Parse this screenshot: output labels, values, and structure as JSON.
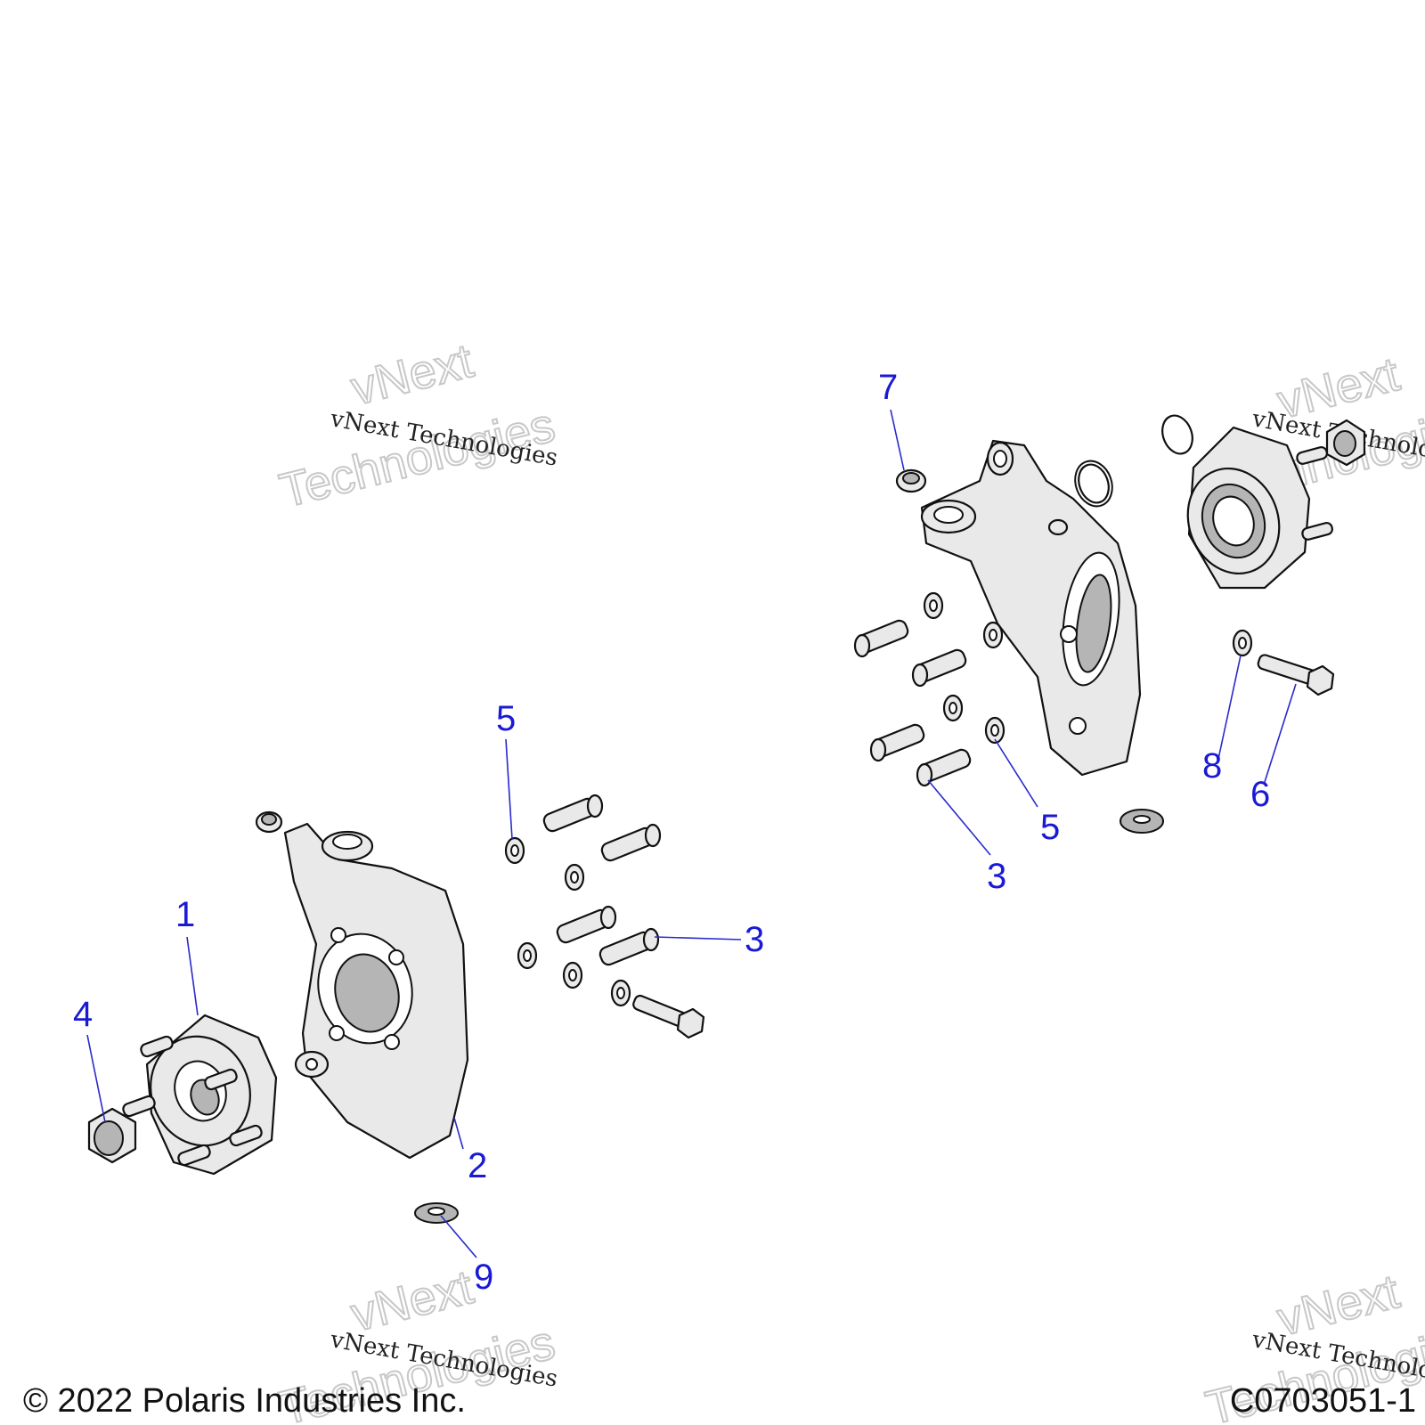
{
  "diagram": {
    "copyright": "© 2022 Polaris Industries Inc.",
    "figure_code": "C0703051-1",
    "watermark": {
      "line": "vNext Technologies",
      "big_top": "vNext",
      "big_bottom": "Technologies"
    },
    "callouts": [
      "1",
      "2",
      "3",
      "4",
      "5",
      "6",
      "7",
      "8",
      "9",
      "3",
      "5"
    ],
    "colors": {
      "callout": "#1a1ad6",
      "line": "#111111",
      "fill": "#e9e9e9"
    }
  }
}
